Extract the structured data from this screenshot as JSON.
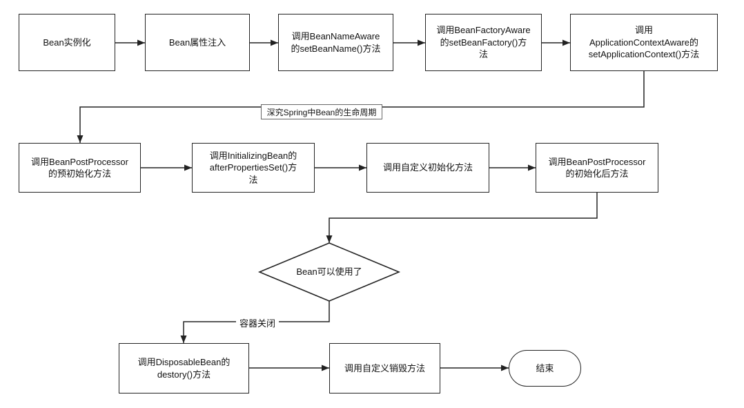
{
  "colors": {
    "stroke": "#222222",
    "fill": "#ffffff",
    "text": "#111111",
    "label_border": "#666666"
  },
  "nodes": {
    "bean_instantiation": {
      "lines": [
        "Bean实例化"
      ]
    },
    "property_injection": {
      "lines": [
        "Bean属性注入"
      ]
    },
    "bean_name_aware": {
      "lines": [
        "调用BeanNameAware",
        "的setBeanName()方法"
      ]
    },
    "bean_factory_aware": {
      "lines": [
        "调用BeanFactoryAware",
        "的setBeanFactory()方",
        "法"
      ]
    },
    "application_context_aware": {
      "lines": [
        "调用",
        "ApplicationContextAware的",
        "setApplicationContext()方法"
      ]
    },
    "post_processor_before": {
      "lines": [
        "调用BeanPostProcessor",
        "的预初始化方法"
      ]
    },
    "initializing_bean": {
      "lines": [
        "调用InitializingBean的",
        "afterPropertiesSet()方",
        "法"
      ]
    },
    "custom_init": {
      "lines": [
        "调用自定义初始化方法"
      ]
    },
    "post_processor_after": {
      "lines": [
        "调用BeanPostProcessor",
        "的初始化后方法"
      ]
    },
    "bean_ready": {
      "lines": [
        "Bean可以使用了"
      ]
    },
    "disposable_bean": {
      "lines": [
        "调用DisposableBean的",
        "destory()方法"
      ]
    },
    "custom_destroy": {
      "lines": [
        "调用自定义销毁方法"
      ]
    },
    "end": {
      "lines": [
        "结束"
      ]
    }
  },
  "edge_labels": {
    "lifecycle_note": "深究Spring中Bean的生命周期",
    "container_close": "容器关闭"
  }
}
